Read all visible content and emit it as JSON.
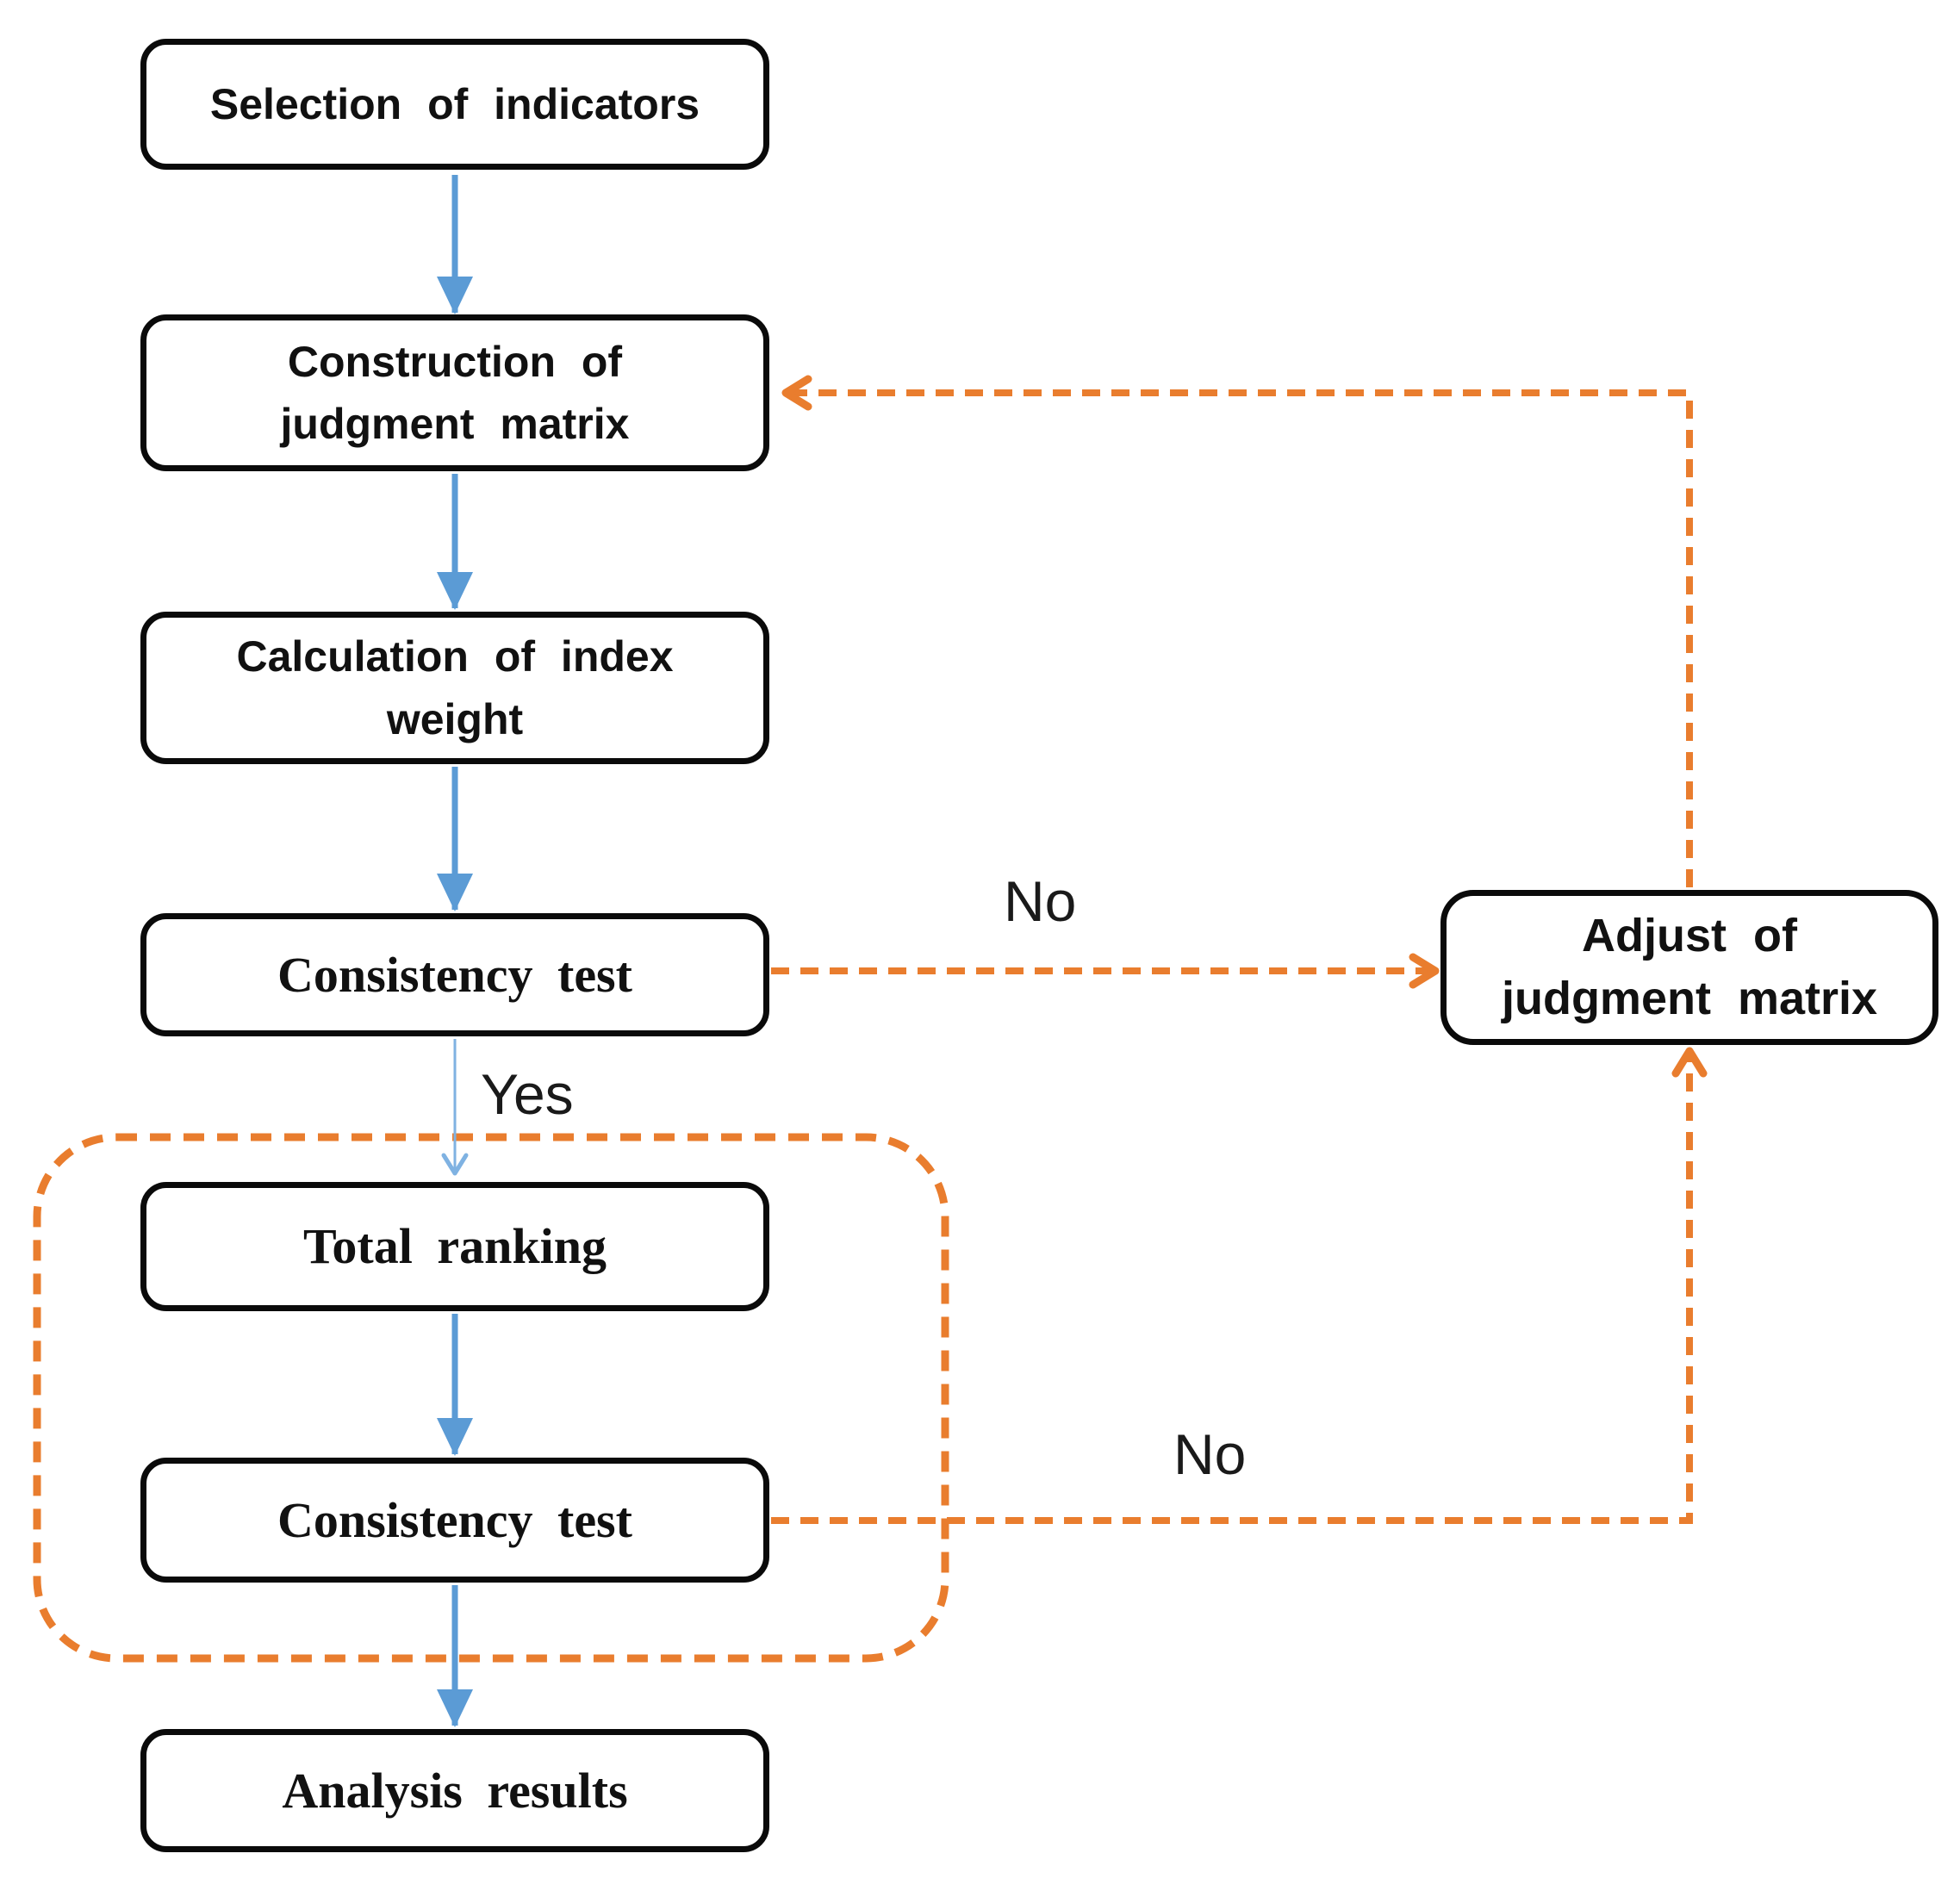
{
  "figure": {
    "type": "flowchart",
    "boxes": {
      "selection": {
        "line1": "Selection of indicators"
      },
      "construction": {
        "line1": "Construction of",
        "line2": "judgment matrix"
      },
      "calculation": {
        "line1": "Calculation of index",
        "line2": "weight"
      },
      "consistency_test_1": {
        "line1": "Consistency test"
      },
      "total_ranking": {
        "line1": "Total ranking"
      },
      "consistency_test_2": {
        "line1": "Consistency test"
      },
      "analysis_results": {
        "line1": "Analysis results"
      },
      "adjust_judgment_matrix": {
        "line1": "Adjust of",
        "line2": "judgment matrix"
      }
    },
    "edge_labels": {
      "yes": "Yes",
      "no_top": "No",
      "no_bottom": "No"
    },
    "colors": {
      "flow_arrow_blue": "#5B9BD5",
      "yes_arrow_blue": "#7FB2E2",
      "feedback_orange": "#E97D2E",
      "box_border_black": "#0A0A0A",
      "box_fill_white": "#FFFFFF",
      "text_black": "#111111"
    }
  }
}
